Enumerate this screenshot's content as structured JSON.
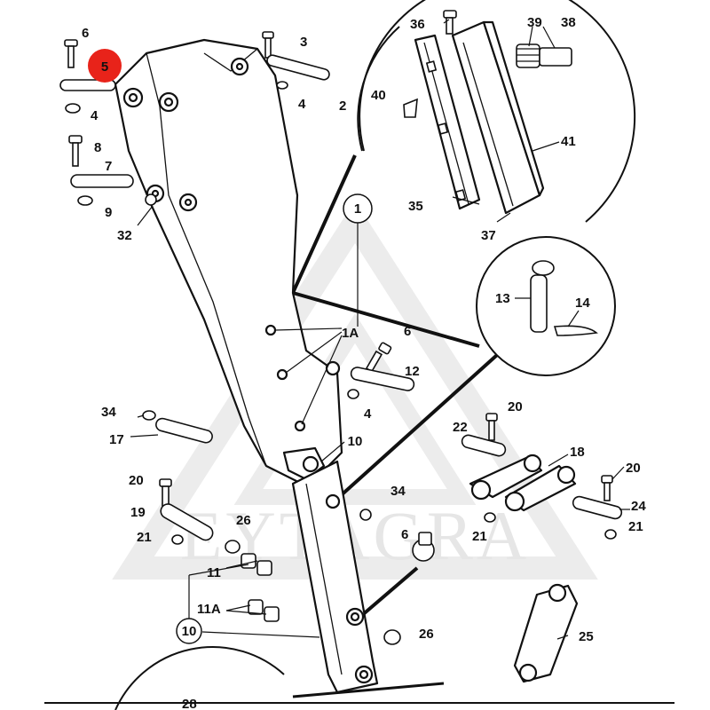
{
  "watermark": "EYTAGRA",
  "highlight": {
    "label": "5",
    "color": "#e8231a"
  },
  "callouts": {
    "c1": "1",
    "c10a": "10",
    "c10b": "10"
  },
  "labels": {
    "l6a": "6",
    "l4a": "4",
    "l8": "8",
    "l7": "7",
    "l9": "9",
    "l32": "32",
    "l3": "3",
    "l4b": "4",
    "l2": "2",
    "l36": "36",
    "l39": "39",
    "l38": "38",
    "l40": "40",
    "l41": "41",
    "l35": "35",
    "l37": "37",
    "l13": "13",
    "l14": "14",
    "l1A": "1A",
    "l6b": "6",
    "l12": "12",
    "l4c": "4",
    "l34a": "34",
    "l17": "17",
    "l34b": "34",
    "l20a": "20",
    "l22": "22",
    "l18": "18",
    "l20b": "20",
    "l24": "24",
    "l21a": "21",
    "l21b": "21",
    "l20c": "20",
    "l19": "19",
    "l21c": "21",
    "l26a": "26",
    "l6c": "6",
    "l11": "11",
    "l11A": "11A",
    "l26b": "26",
    "l25": "25",
    "l28": "28"
  },
  "colors": {
    "ink": "#111111",
    "watermark": "#e6e6e6",
    "background": "#ffffff"
  }
}
